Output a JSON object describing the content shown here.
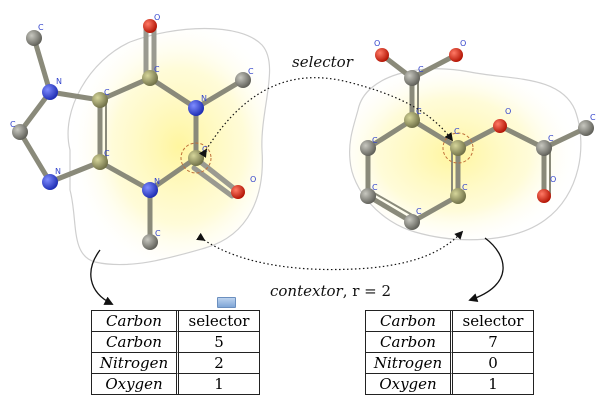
{
  "annotations": {
    "selector_label": "selector",
    "contextor_label": "contextor",
    "contextor_math": ", r = 2"
  },
  "atom_labels": {
    "c": "C",
    "n": "N",
    "o": "O"
  },
  "tables": {
    "left": {
      "header": [
        "Carbon",
        "selector"
      ],
      "rows": [
        {
          "label": "Carbon",
          "value": "5"
        },
        {
          "label": "Nitrogen",
          "value": "2"
        },
        {
          "label": "Oxygen",
          "value": "1"
        }
      ]
    },
    "right": {
      "header": [
        "Carbon",
        "selector"
      ],
      "rows": [
        {
          "label": "Carbon",
          "value": "7"
        },
        {
          "label": "Nitrogen",
          "value": "0"
        },
        {
          "label": "Oxygen",
          "value": "1"
        }
      ]
    }
  },
  "colors": {
    "carbon_atom": "#7f7f74",
    "carbon_highlight": "#9a9a6a",
    "nitrogen_atom": "#2a3fd6",
    "oxygen_atom": "#d81e0e",
    "bond": "#8a8a7a",
    "highlight_glow": "#fff7a8",
    "blob_outline": "#c8c8c8"
  },
  "icons": {
    "toolbar": "image-icon"
  }
}
